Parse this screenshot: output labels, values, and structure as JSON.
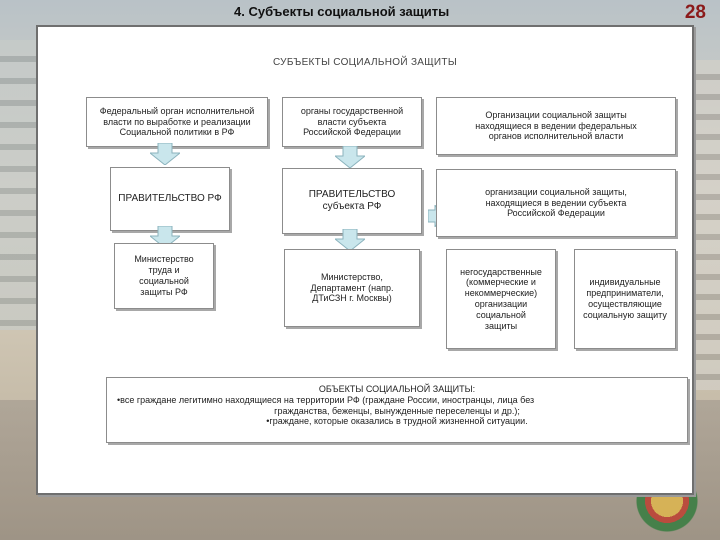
{
  "header": {
    "title": "4. Субъекты социальной защиты",
    "page_number": "28"
  },
  "diagram": {
    "heading": "СУБЪЕКТЫ СОЦИАЛЬНОЙ ЗАЩИТЫ",
    "federal": {
      "organ": [
        "Федеральный орган исполнительной",
        "власти по выработке и реализации",
        "Социальной политики в РФ"
      ],
      "government": "ПРАВИТЕЛЬСТВО РФ",
      "ministry": [
        "Министерство",
        "труда и",
        "социальной",
        "защиты РФ"
      ]
    },
    "regional": {
      "organs": [
        "органы государственной",
        "власти субъекта",
        "Российской Федерации"
      ],
      "government": [
        "ПРАВИТЕЛЬСТВО",
        "субъекта РФ"
      ],
      "department": [
        "Министерство,",
        "Департамент (напр.",
        "ДТиСЗН г. Москвы)"
      ]
    },
    "organizations": {
      "federal": [
        "Организации социальной защиты",
        "находящиеся в ведении федеральных",
        "органов исполнительной власти"
      ],
      "regional": [
        "организации социальной защиты,",
        "находящиеся в ведении субъекта",
        "Российской Федерации"
      ],
      "nonstate": [
        "негосударственные",
        "(коммерческие и",
        "некоммерческие)",
        "организации",
        "социальной",
        "защиты"
      ],
      "entrepreneurs": [
        "индивидуальные",
        "предприниматели,",
        "осуществляющие",
        "социальную защиту"
      ]
    },
    "objects": {
      "title": "ОБЪЕКТЫ СОЦИАЛЬНОЙ ЗАЩИТЫ:",
      "line1": "•все граждане легитимно находящиеся на территории РФ (граждане России, иностранцы, лица без",
      "line2": "гражданства, беженцы, вынужденные переселенцы и др.);",
      "line3": "•граждане, которые оказались в трудной жизненной ситуации."
    }
  }
}
